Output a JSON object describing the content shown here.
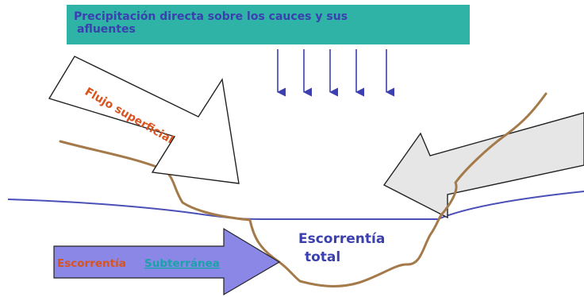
{
  "banner": {
    "line1": "Precipitación directa sobre los cauces y sus",
    "line2": "afluentes"
  },
  "labels": {
    "surface_flow": "Flujo superficial",
    "total_runoff_line1": "Escorrentía",
    "total_runoff_line2": "total",
    "underground_prefix": "Escorrentía",
    "underground_link": "Subterránea"
  },
  "colors": {
    "banner_bg": "#2eb3a6",
    "banner_text": "#3b3fb0",
    "rain_arrow": "#3b3fb0",
    "terrain": "#a57a4a",
    "water_line": "#4b4fb8",
    "surface_label": "#d9531e",
    "total_label": "#3b3fb0",
    "underground_arrow_fill": "#8b87e6",
    "underground_prefix": "#d9531e",
    "underground_link": "#17a3a8",
    "right_arrow_fill": "#e6e6e6"
  },
  "icons": {
    "rain": "down-arrow-icon",
    "surface_flow": "block-arrow-icon",
    "right_inflow": "block-arrow-icon",
    "underground_flow": "block-arrow-icon"
  }
}
